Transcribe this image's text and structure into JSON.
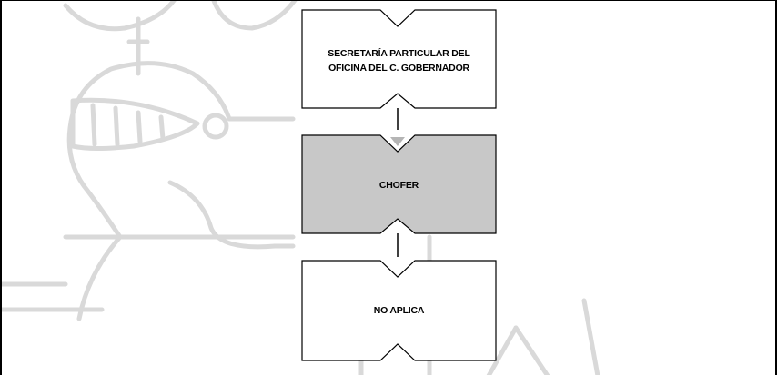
{
  "org_chart": {
    "boxes": [
      {
        "id": "top",
        "line1": "SECRETARÍA PARTICULAR DEL",
        "line2": "OFICINA DEL C. GOBERNADOR",
        "fill": "#ffffff"
      },
      {
        "id": "middle",
        "line1": "CHOFER",
        "line2": "",
        "fill": "#c8c8c8"
      },
      {
        "id": "bottom",
        "line1": "NO APLICA",
        "line2": "",
        "fill": "#ffffff"
      }
    ],
    "watermark_color": "#d9d9d9",
    "line_color": "#000000"
  }
}
